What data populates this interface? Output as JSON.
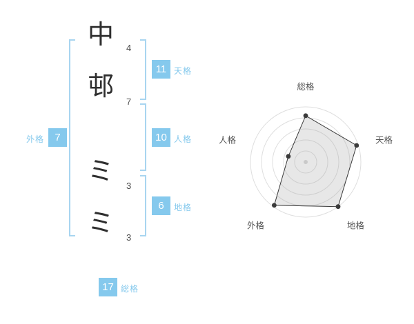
{
  "name_chart": {
    "characters": [
      {
        "glyph": "中",
        "strokes": "4"
      },
      {
        "glyph": "邨",
        "strokes": "7"
      },
      {
        "glyph": "ミ",
        "strokes": "3"
      },
      {
        "glyph": "ミ",
        "strokes": "3"
      }
    ],
    "tenkaku": {
      "label": "天格",
      "value": "11"
    },
    "jinkaku": {
      "label": "人格",
      "value": "10"
    },
    "chikaku": {
      "label": "地格",
      "value": "6"
    },
    "gaikaku": {
      "label": "外格",
      "value": "7"
    },
    "soukaku": {
      "label": "総格",
      "value": "17"
    }
  },
  "chart_data": {
    "type": "radar",
    "title": "",
    "categories": [
      "総格",
      "天格",
      "地格",
      "外格",
      "人格"
    ],
    "values": [
      17,
      11,
      6,
      7,
      10
    ],
    "radial_fractions": [
      0.84,
      0.97,
      1.0,
      0.97,
      0.33
    ],
    "rings": 5,
    "max_radius": 80,
    "grid": "concentric-circles",
    "legend": "none"
  },
  "colors": {
    "accent": "#85c9ed",
    "bracket": "#a8d5f0",
    "badge_text": "#ffffff",
    "character_text": "#2e2e2e",
    "stroke_count_text": "#4a4a4a",
    "grid_line": "#dedede",
    "polygon_line": "#3a3a3a",
    "polygon_fill": "rgba(160,160,160,0.25)",
    "axis_label": "#555555",
    "center_dot": "#c9c9c9"
  }
}
